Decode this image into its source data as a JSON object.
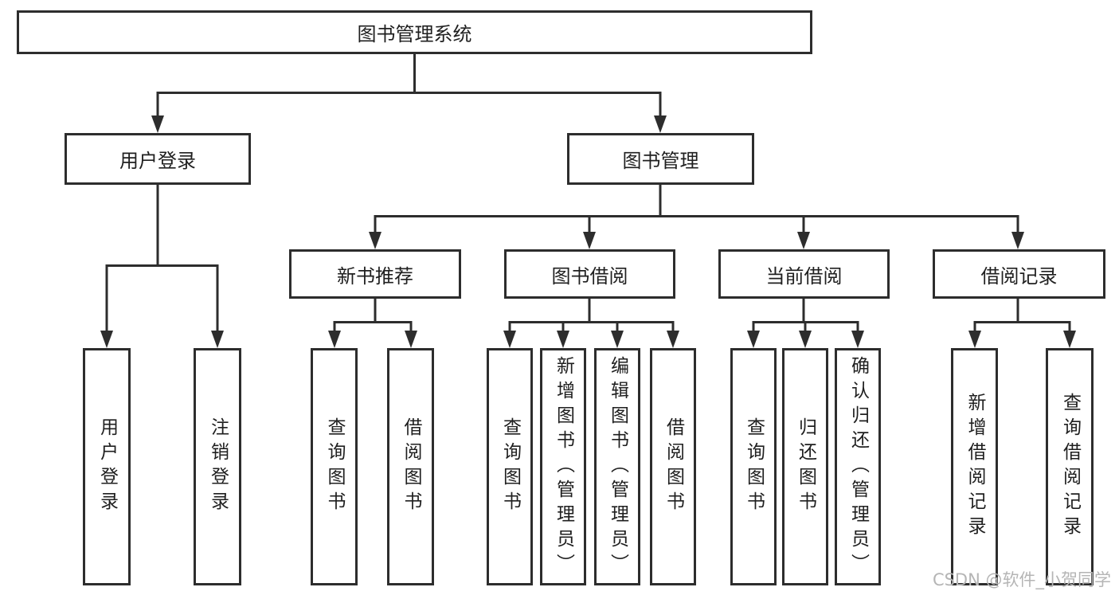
{
  "colors": {
    "line": "#2d2d2d",
    "text": "#1f1f1f",
    "watermark": "#b5b5b5",
    "background": "#ffffff"
  },
  "watermark": {
    "text": "CSDN @软件_小贺同学"
  },
  "tree": {
    "root": {
      "label": "图书管理系统"
    },
    "branches": [
      {
        "label": "用户登录",
        "children": [
          {
            "label": "用户登录"
          },
          {
            "label": "注销登录"
          }
        ]
      },
      {
        "label": "图书管理",
        "children": [
          {
            "label": "新书推荐",
            "children": [
              {
                "label": "查询图书"
              },
              {
                "label": "借阅图书"
              }
            ]
          },
          {
            "label": "图书借阅",
            "children": [
              {
                "label": "查询图书"
              },
              {
                "label": "新增图书（管理员）"
              },
              {
                "label": "编辑图书（管理员）"
              },
              {
                "label": "借阅图书"
              }
            ]
          },
          {
            "label": "当前借阅",
            "children": [
              {
                "label": "查询图书"
              },
              {
                "label": "归还图书"
              },
              {
                "label": "确认归还（管理员）"
              }
            ]
          },
          {
            "label": "借阅记录",
            "children": [
              {
                "label": "新增借阅记录"
              },
              {
                "label": "查询借阅记录"
              }
            ]
          }
        ]
      }
    ]
  }
}
